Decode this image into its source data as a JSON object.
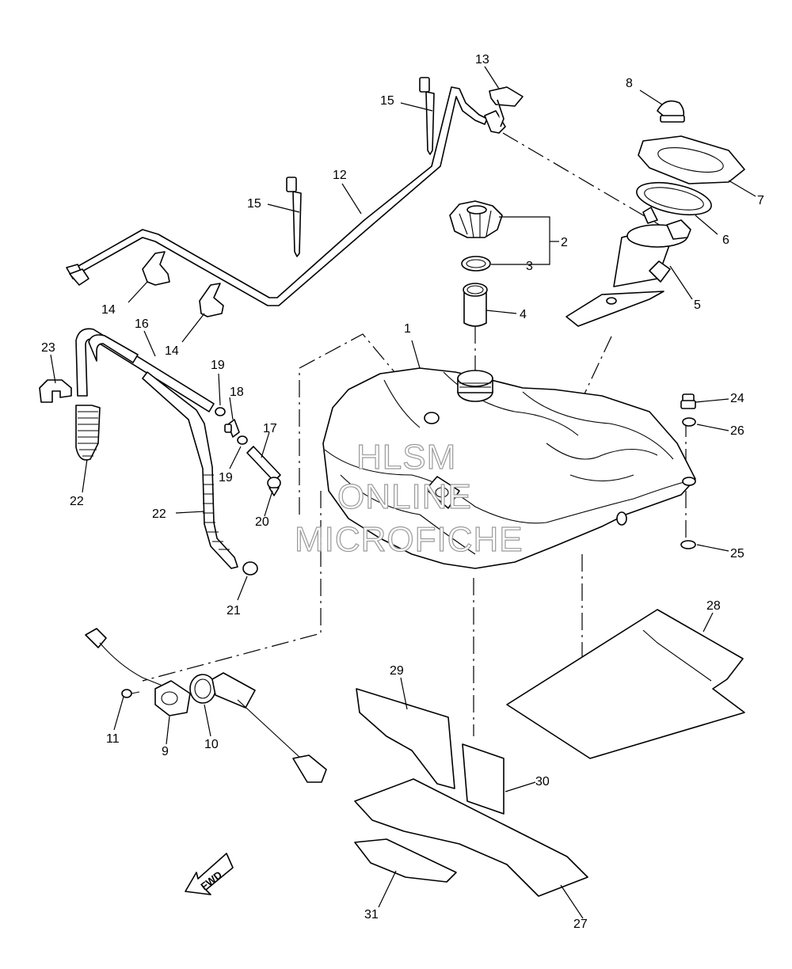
{
  "watermark": {
    "line1": "HLSM",
    "line2": "ONLINE",
    "line3": "MICROFICHE"
  },
  "direction_label": "FWD",
  "callouts": {
    "c1": "1",
    "c2": "2",
    "c3": "3",
    "c4": "4",
    "c5": "5",
    "c6": "6",
    "c7": "7",
    "c8": "8",
    "c9": "9",
    "c10": "10",
    "c11": "11",
    "c12": "12",
    "c13": "13",
    "c14a": "14",
    "c14b": "14",
    "c15a": "15",
    "c15b": "15",
    "c16": "16",
    "c17": "17",
    "c18": "18",
    "c19a": "19",
    "c19b": "19",
    "c20": "20",
    "c21": "21",
    "c22a": "22",
    "c22b": "22",
    "c23": "23",
    "c24": "24",
    "c25": "25",
    "c26": "26",
    "c27": "27",
    "c28": "28",
    "c29": "29",
    "c30": "30",
    "c31": "31"
  }
}
